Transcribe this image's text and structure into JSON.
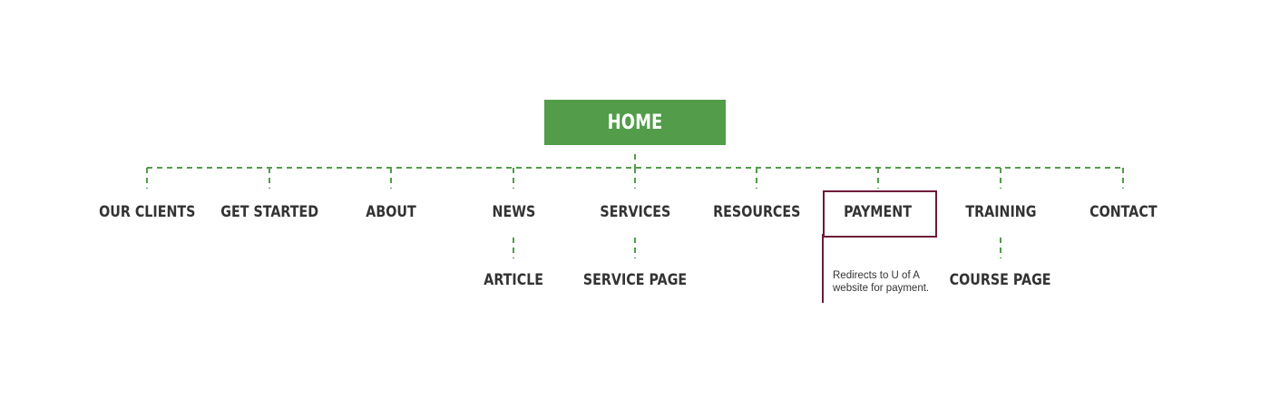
{
  "colors": {
    "accent_green": "#529c4a",
    "connector_green": "#529c4a",
    "highlight_maroon": "#6d1a3a",
    "text_dark": "#333333",
    "home_text": "#ffffff"
  },
  "home": {
    "label": "HOME"
  },
  "top_level": [
    {
      "label": "OUR CLIENTS"
    },
    {
      "label": "GET STARTED"
    },
    {
      "label": "ABOUT"
    },
    {
      "label": "NEWS"
    },
    {
      "label": "SERVICES"
    },
    {
      "label": "RESOURCES"
    },
    {
      "label": "PAYMENT"
    },
    {
      "label": "TRAINING"
    },
    {
      "label": "CONTACT"
    }
  ],
  "children": {
    "news": {
      "label": "ARTICLE"
    },
    "services": {
      "label": "SERVICE PAGE"
    },
    "training": {
      "label": "COURSE PAGE"
    }
  },
  "payment_note": {
    "line1": "Redirects to U of A",
    "line2": "website for payment."
  }
}
